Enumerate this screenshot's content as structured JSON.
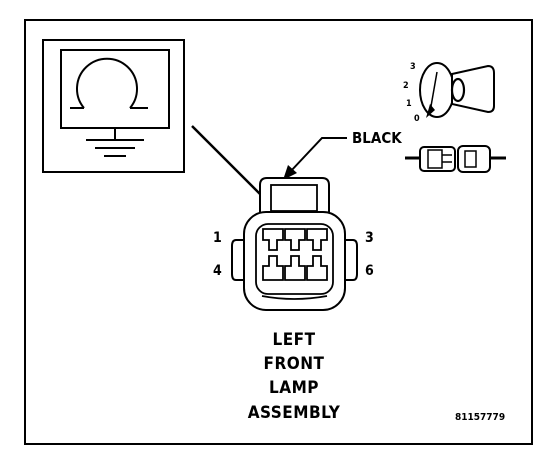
{
  "connector": {
    "color_label": "BLACK",
    "pins": {
      "top_left": "1",
      "top_right": "3",
      "bottom_left": "4",
      "bottom_right": "6"
    }
  },
  "title_lines": [
    "LEFT",
    "FRONT",
    "LAMP",
    "ASSEMBLY"
  ],
  "figure_id": "81157779",
  "key_positions": [
    "3",
    "2",
    "1",
    "0"
  ],
  "meter_icon": "ohmmeter-ground-icon",
  "colors": {
    "line": "#000000",
    "background": "#ffffff"
  }
}
